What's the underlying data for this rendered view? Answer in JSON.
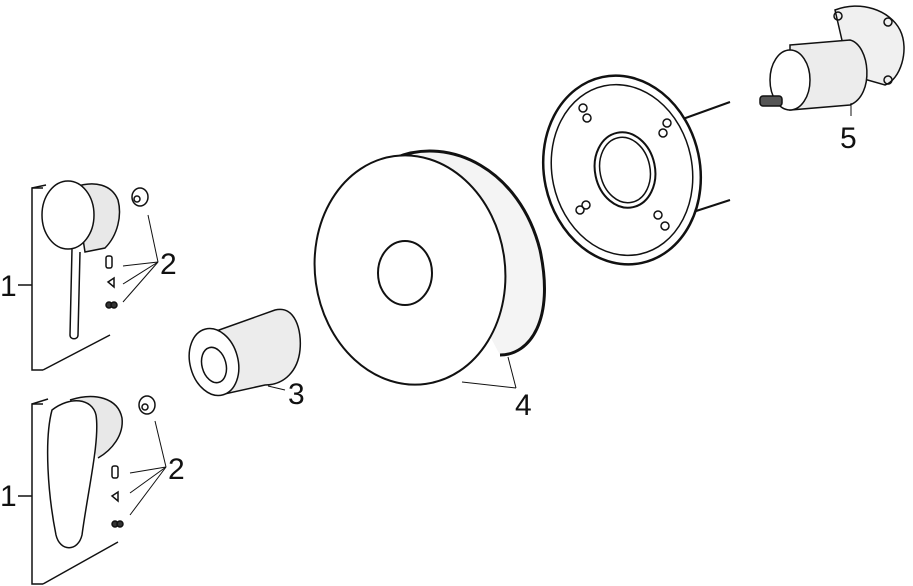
{
  "diagram": {
    "type": "exploded-parts-diagram",
    "background": "#ffffff",
    "line_color": "#111111",
    "parts": [
      {
        "id": "lever-handle-round",
        "callout": "1"
      },
      {
        "id": "fixing-kit-top",
        "callout": "2"
      },
      {
        "id": "lever-handle-paddle",
        "callout": "1"
      },
      {
        "id": "fixing-kit-bottom",
        "callout": "2"
      },
      {
        "id": "sleeve",
        "callout": "3"
      },
      {
        "id": "cover-plate",
        "callout": "4"
      },
      {
        "id": "mounting-ring",
        "callout": ""
      },
      {
        "id": "cartridge-valve-body",
        "callout": "5"
      }
    ]
  },
  "labels": {
    "handle_top": "1",
    "kit_top": "2",
    "handle_bottom": "1",
    "kit_bottom": "2",
    "sleeve": "3",
    "cover_plate": "4",
    "cartridge": "5"
  }
}
